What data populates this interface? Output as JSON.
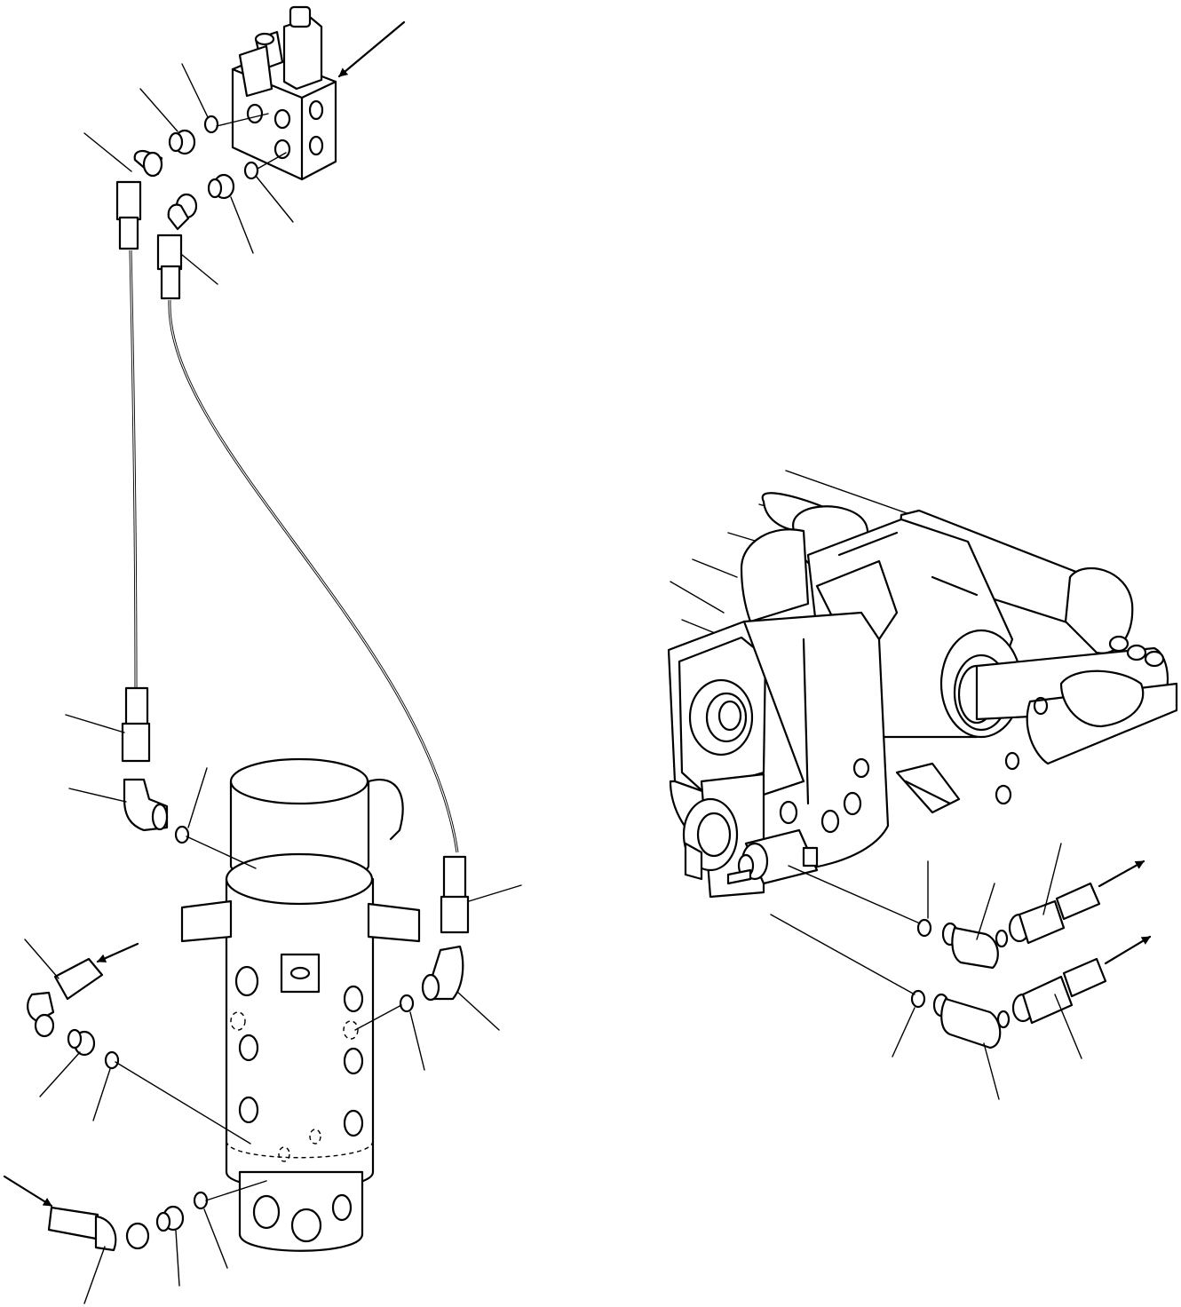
{
  "diagram": {
    "type": "exploded-parts-illustration",
    "text_labels": [],
    "assemblies": [
      "control-valve",
      "swivel-joint",
      "transmission-hydraulic-pump",
      "hydraulic-hoses",
      "elbow-fittings",
      "connectors",
      "o-rings"
    ],
    "flow_arrows": 5,
    "leader_lines": 24
  }
}
